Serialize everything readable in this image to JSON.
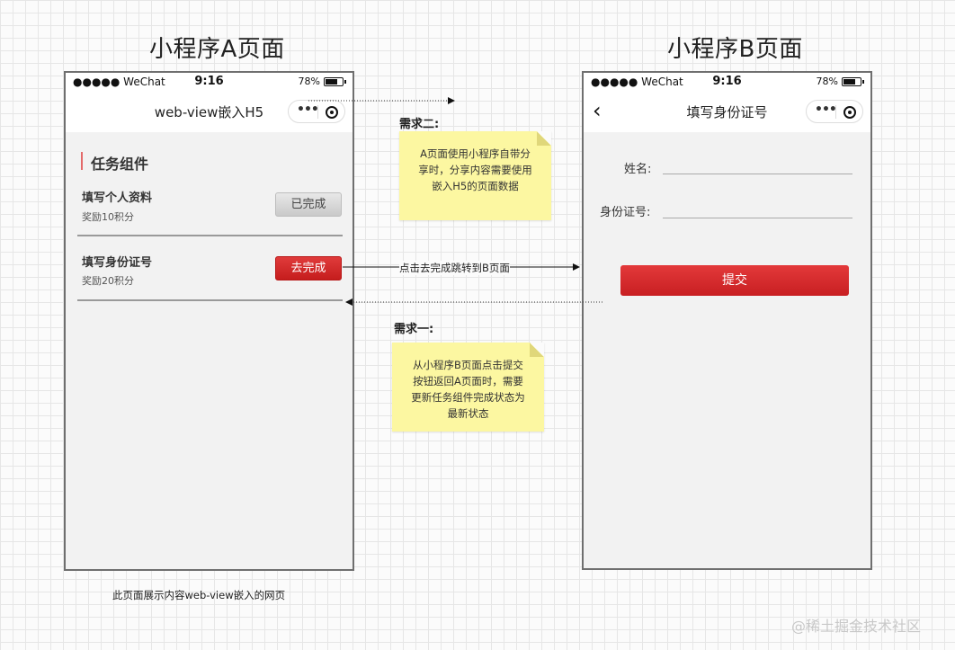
{
  "titles": {
    "page_a": "小程序A页面",
    "page_b": "小程序B页面"
  },
  "phone_a": {
    "statusbar": {
      "carrier": "●●●●● WeChat",
      "time": "9:16",
      "battery": "78%",
      "battery_level": 0.78
    },
    "nav_title": "web-view嵌入H5",
    "capsule": {
      "dots": "•••"
    },
    "section_title": "任务组件",
    "tasks": [
      {
        "name": "填写个人资料",
        "reward": "奖励10积分",
        "button": "已完成"
      },
      {
        "name": "填写身份证号",
        "reward": "奖励20积分",
        "button": "去完成"
      }
    ],
    "caption": "此页面展示内容web-view嵌入的网页"
  },
  "phone_b": {
    "statusbar": {
      "carrier": "●●●●● WeChat",
      "time": "9:16",
      "battery": "78%",
      "battery_level": 0.78
    },
    "nav_title": "填写身份证号",
    "capsule": {
      "dots": "•••"
    },
    "fields": [
      {
        "label": "姓名:",
        "value": ""
      },
      {
        "label": "身份证号:",
        "value": ""
      }
    ],
    "submit": "提交"
  },
  "notes": {
    "req2": {
      "heading": "需求二:",
      "lines": [
        "A页面使用小程序自带分",
        "享时，分享内容需要使用",
        "嵌入H5的页面数据"
      ]
    },
    "req1": {
      "heading": "需求一:",
      "lines": [
        "从小程序B页面点击提交",
        "按钮返回A页面时，需要",
        "更新任务组件完成状态为",
        "最新状态"
      ]
    }
  },
  "arrows": {
    "jump_label": "点击去完成跳转到B页面"
  },
  "watermark": "@稀土掘金技术社区"
}
